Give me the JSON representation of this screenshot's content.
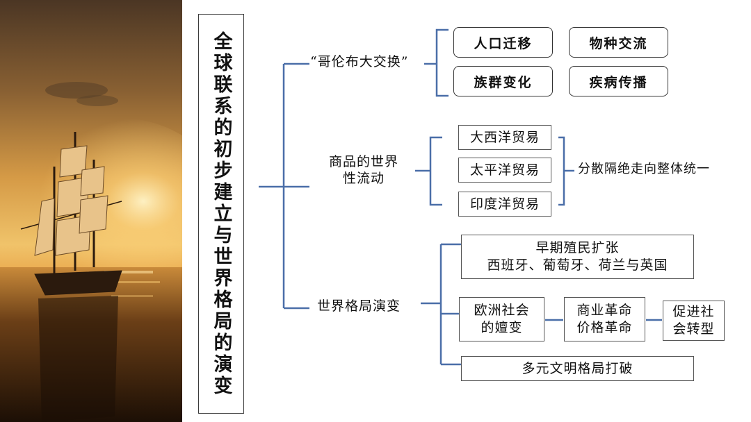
{
  "title": "全球联系的初步建立与世界格局的演变",
  "branches": {
    "exchange": {
      "label": "“哥伦布大交换”",
      "items": [
        "人口迁移",
        "物种交流",
        "族群变化",
        "疾病传播"
      ]
    },
    "trade": {
      "label_line1": "商品的世界",
      "label_line2": "性流动",
      "items": [
        "大西洋贸易",
        "太平洋贸易",
        "印度洋贸易"
      ],
      "result": "分散隔绝走向整体统一"
    },
    "pattern": {
      "label": "世界格局演变",
      "colonial_line1": "早期殖民扩张",
      "colonial_line2": "西班牙、葡萄牙、荷兰与英国",
      "society_line1": "欧洲社会",
      "society_line2": "的嬗变",
      "revolution_line1": "商业革命",
      "revolution_line2": "价格革命",
      "transform_line1": "促进社",
      "transform_line2": "会转型",
      "civilization": "多元文明格局打破"
    }
  },
  "colors": {
    "connector": "#4a6ea8",
    "box_border": "#333333"
  },
  "image": {
    "subject": "sailing-ship-at-sunset"
  }
}
